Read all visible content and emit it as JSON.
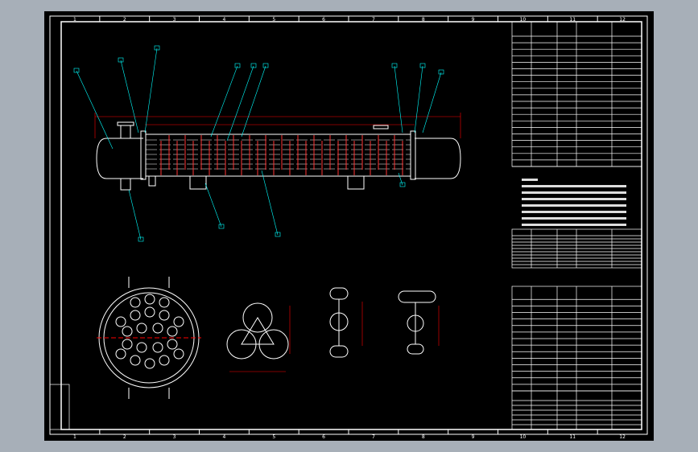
{
  "drawing": {
    "background_color": "#000000",
    "frame_color": "#ffffff",
    "dimension_color": "#ff0000",
    "leader_color": "#00ffff",
    "window_color": "#a7afb8",
    "column_labels": [
      "1",
      "2",
      "3",
      "4",
      "5",
      "6",
      "7",
      "8",
      "9",
      "10",
      "11",
      "12"
    ]
  }
}
